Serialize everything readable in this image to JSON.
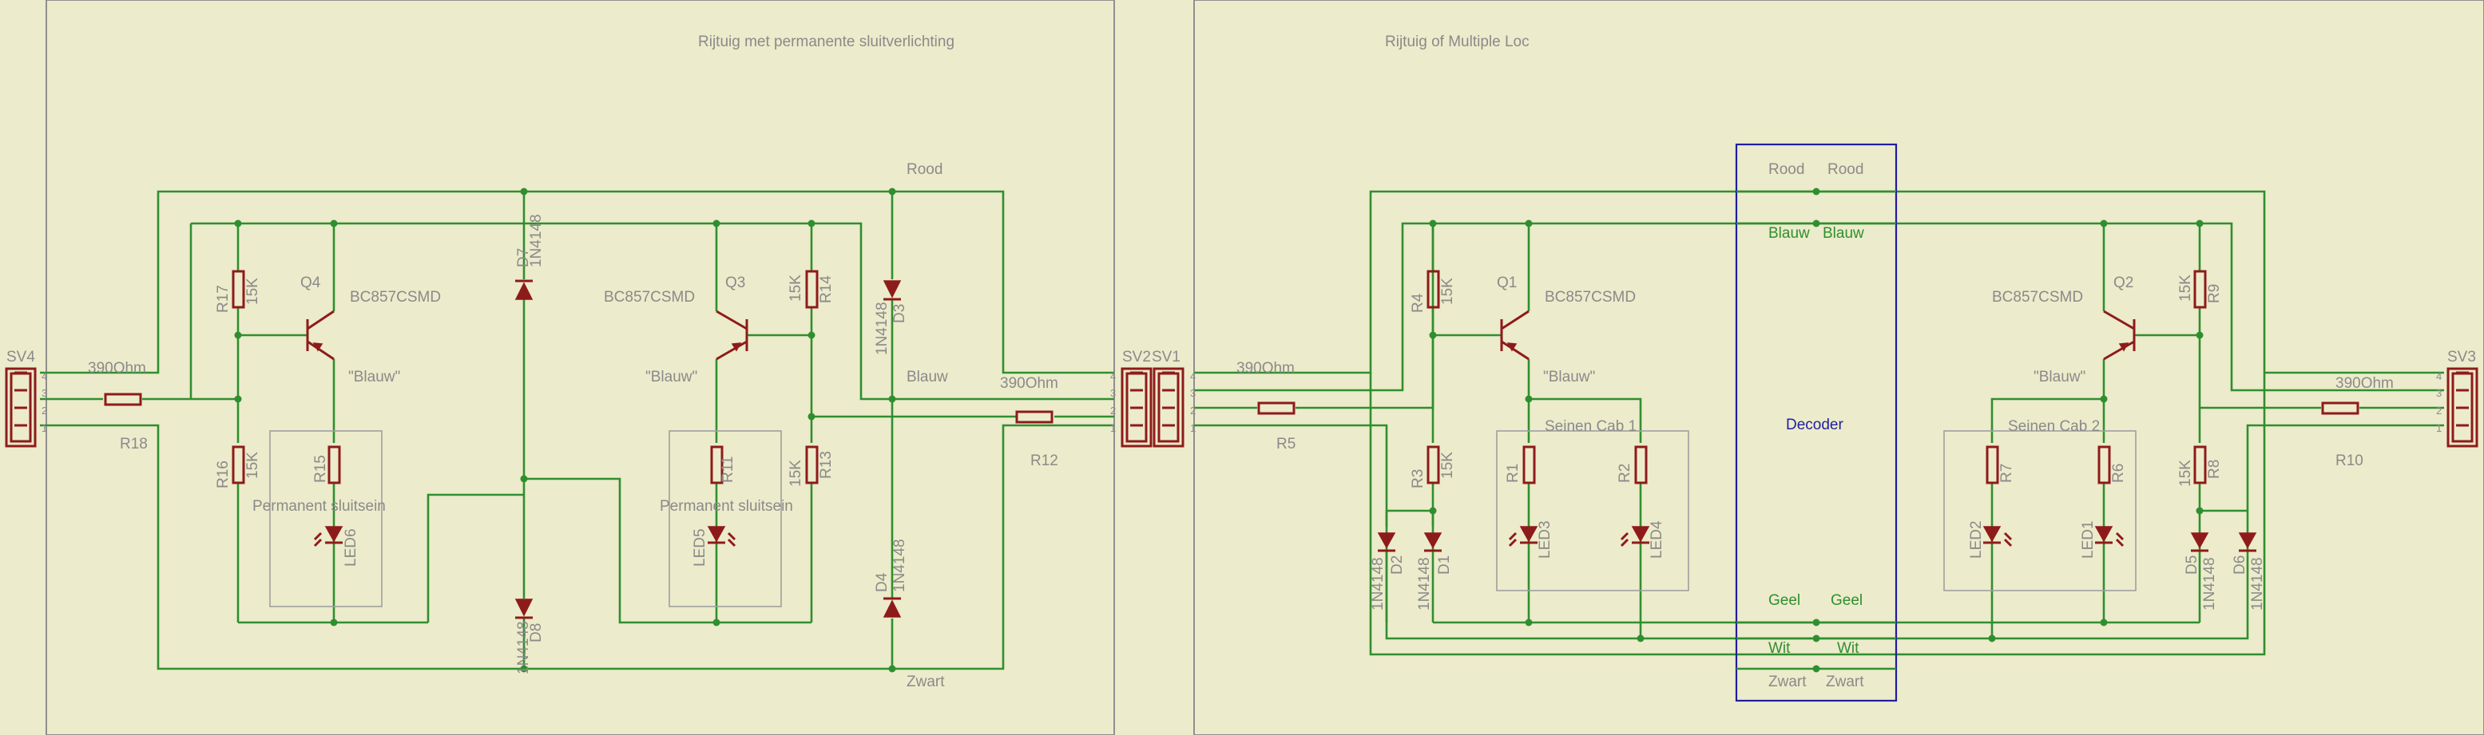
{
  "sheet_left": {
    "title": "Rijtuig met permanente sluitverlichting",
    "connector_sv4": {
      "name": "SV4",
      "pins": [
        "4",
        "3",
        "2",
        "1"
      ]
    },
    "connector_sv2": {
      "name": "SV2",
      "pins": [
        "4",
        "3",
        "2",
        "1"
      ]
    },
    "net_rood": "Rood",
    "net_blauw": "Blauw",
    "net_zwart": "Zwart",
    "resistors": [
      {
        "name": "R18",
        "value": "390Ohm"
      },
      {
        "name": "R12",
        "value": "390Ohm"
      },
      {
        "name": "R17",
        "value": "15K"
      },
      {
        "name": "R16",
        "value": "15K"
      },
      {
        "name": "R15",
        "value": ""
      },
      {
        "name": "R14",
        "value": "15K"
      },
      {
        "name": "R13",
        "value": "15K"
      },
      {
        "name": "R11",
        "value": ""
      }
    ],
    "transistors": [
      {
        "name": "Q4",
        "value": "BC857CSMD",
        "label": "\"Blauw\""
      },
      {
        "name": "Q3",
        "value": "BC857CSMD",
        "label": "\"Blauw\""
      }
    ],
    "diodes": [
      {
        "name": "D7",
        "value": "1N4148"
      },
      {
        "name": "D8",
        "value": "1N4148"
      },
      {
        "name": "D3",
        "value": "1N4148"
      },
      {
        "name": "D4",
        "value": "1N4148"
      }
    ],
    "leds": [
      {
        "name": "LED6",
        "group": "Permanent sluitsein"
      },
      {
        "name": "LED5",
        "group": "Permanent sluitsein"
      }
    ]
  },
  "sheet_right": {
    "title": "Rijtuig of Multiple Loc",
    "connector_sv1": {
      "name": "SV1",
      "pins": [
        "4",
        "3",
        "2",
        "1"
      ]
    },
    "connector_sv3": {
      "name": "SV3",
      "pins": [
        "4",
        "3",
        "2",
        "1"
      ]
    },
    "decoder": {
      "label": "Decoder",
      "wires": [
        {
          "left": "Rood",
          "right": "Rood",
          "color": "#8a8a8a"
        },
        {
          "left": "Blauw",
          "right": "Blauw",
          "color": "#2f8f2f"
        },
        {
          "left": "Geel",
          "right": "Geel",
          "color": "#2f8f2f"
        },
        {
          "left": "Wit",
          "right": "Wit",
          "color": "#2f8f2f"
        },
        {
          "left": "Zwart",
          "right": "Zwart",
          "color": "#8a8a8a"
        }
      ]
    },
    "resistors": [
      {
        "name": "R5",
        "value": "390Ohm"
      },
      {
        "name": "R10",
        "value": "390Ohm"
      },
      {
        "name": "R4",
        "value": "15K"
      },
      {
        "name": "R3",
        "value": "15K"
      },
      {
        "name": "R1",
        "value": ""
      },
      {
        "name": "R2",
        "value": ""
      },
      {
        "name": "R9",
        "value": "15K"
      },
      {
        "name": "R8",
        "value": "15K"
      },
      {
        "name": "R7",
        "value": ""
      },
      {
        "name": "R6",
        "value": ""
      }
    ],
    "transistors": [
      {
        "name": "Q1",
        "value": "BC857CSMD",
        "label": "\"Blauw\""
      },
      {
        "name": "Q2",
        "value": "BC857CSMD",
        "label": "\"Blauw\""
      }
    ],
    "diodes": [
      {
        "name": "D2",
        "value": "1N4148"
      },
      {
        "name": "D1",
        "value": "1N4148"
      },
      {
        "name": "D5",
        "value": "1N4148"
      },
      {
        "name": "D6",
        "value": "1N4148"
      }
    ],
    "leds": [
      {
        "name": "LED3",
        "group": "Seinen Cab 1"
      },
      {
        "name": "LED4",
        "group": "Seinen Cab 1"
      },
      {
        "name": "LED2",
        "group": "Seinen Cab 2"
      },
      {
        "name": "LED1",
        "group": "Seinen Cab 2"
      }
    ]
  },
  "colors": {
    "background": "#ecebcb",
    "wire": "#2f8f2f",
    "part": "#8e1b1b",
    "decoder": "#1f1f9f"
  }
}
